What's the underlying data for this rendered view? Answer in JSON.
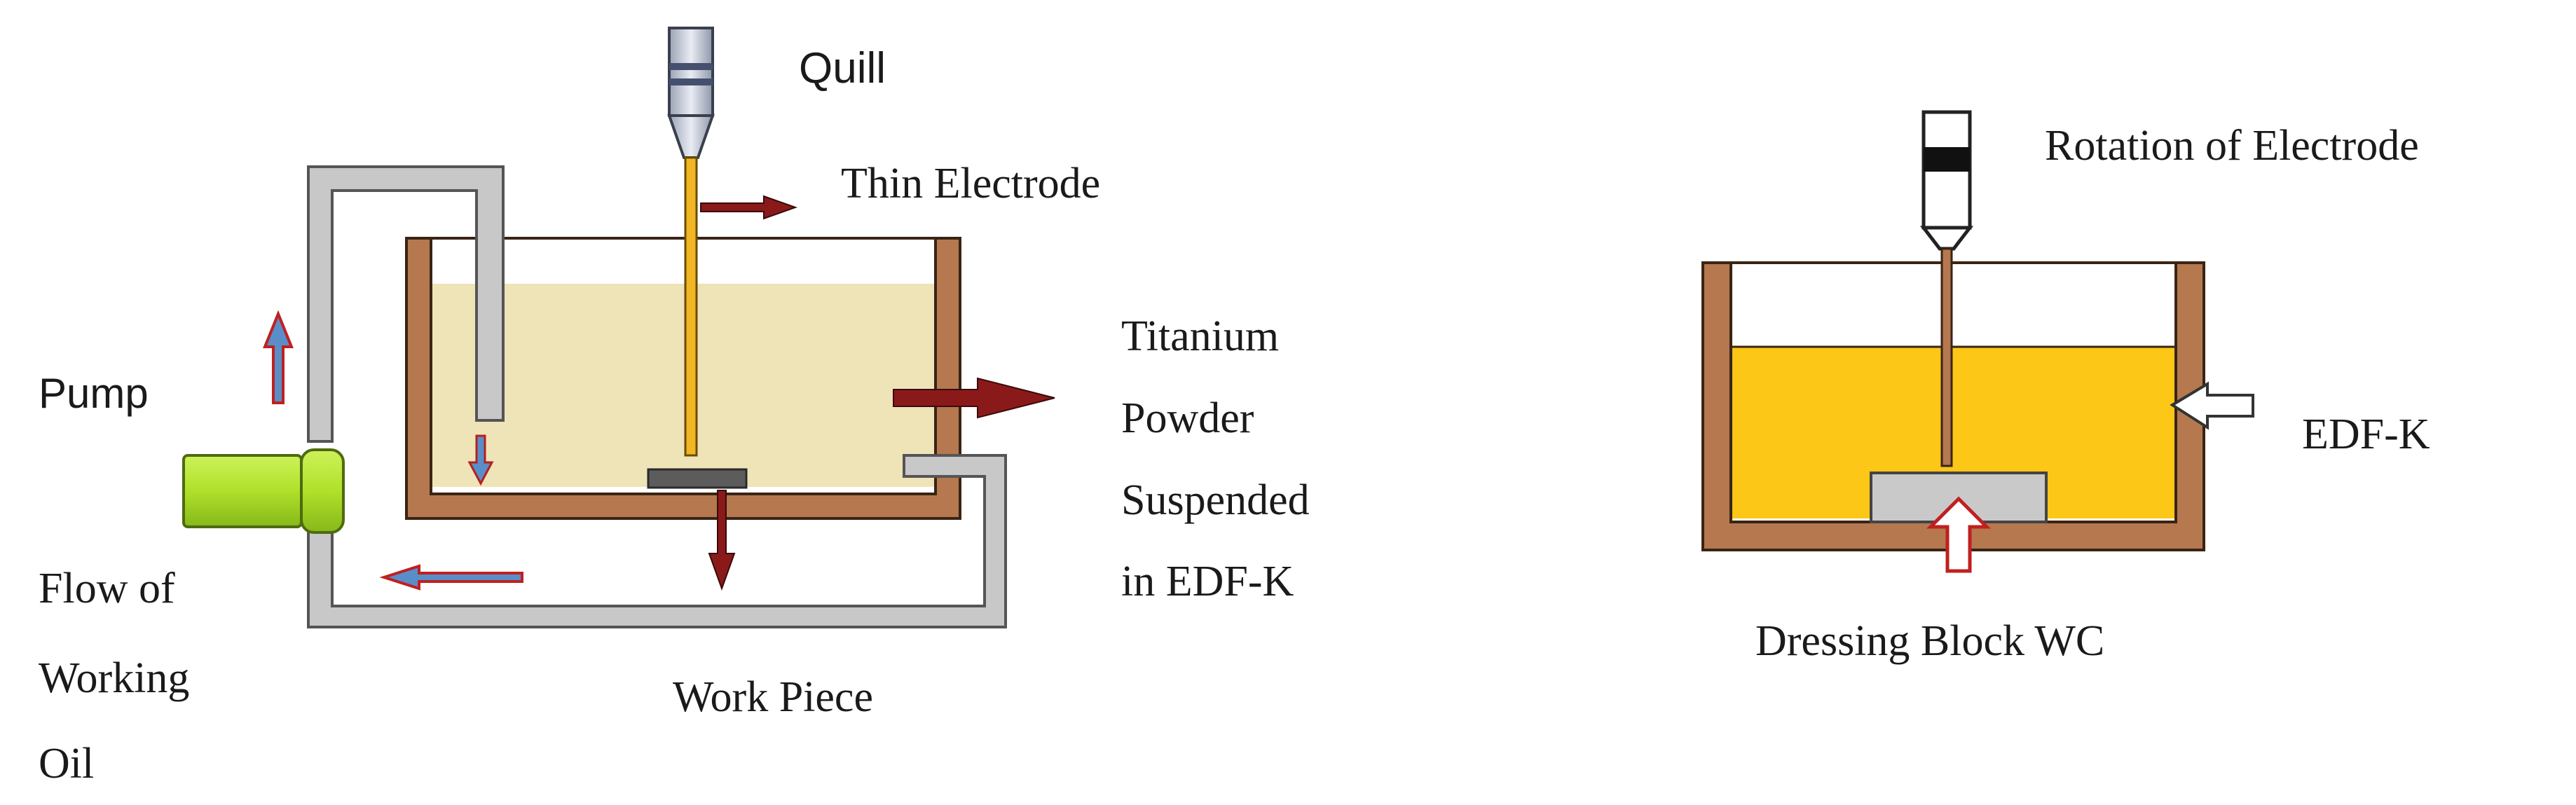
{
  "left_diagram": {
    "labels": {
      "quill": "Quill",
      "thin_electrode": "Thin Electrode",
      "titanium_line1": "Titanium",
      "titanium_line2": "Powder",
      "titanium_line3": "Suspended",
      "titanium_line4": "in EDF-K",
      "pump": "Pump",
      "flow_line1": "Flow of",
      "flow_line2": "Working",
      "flow_line3": "Oil",
      "work_piece": "Work Piece"
    }
  },
  "right_diagram": {
    "labels": {
      "rotation": "Rotation of Electrode",
      "edf_k": "EDF-K",
      "dressing_block": "Dressing Block WC"
    }
  },
  "colors": {
    "tank_wall": "#b5784f",
    "oil_light": "#efe3b8",
    "oil_yellow": "#fcc716",
    "pipe_gray": "#c8c8c8",
    "pump_green": "#b0e02a",
    "electrode_gold": "#f1b625",
    "arrow_red": "#8a1a1a",
    "arrow_blue": "#5a8ec8"
  }
}
